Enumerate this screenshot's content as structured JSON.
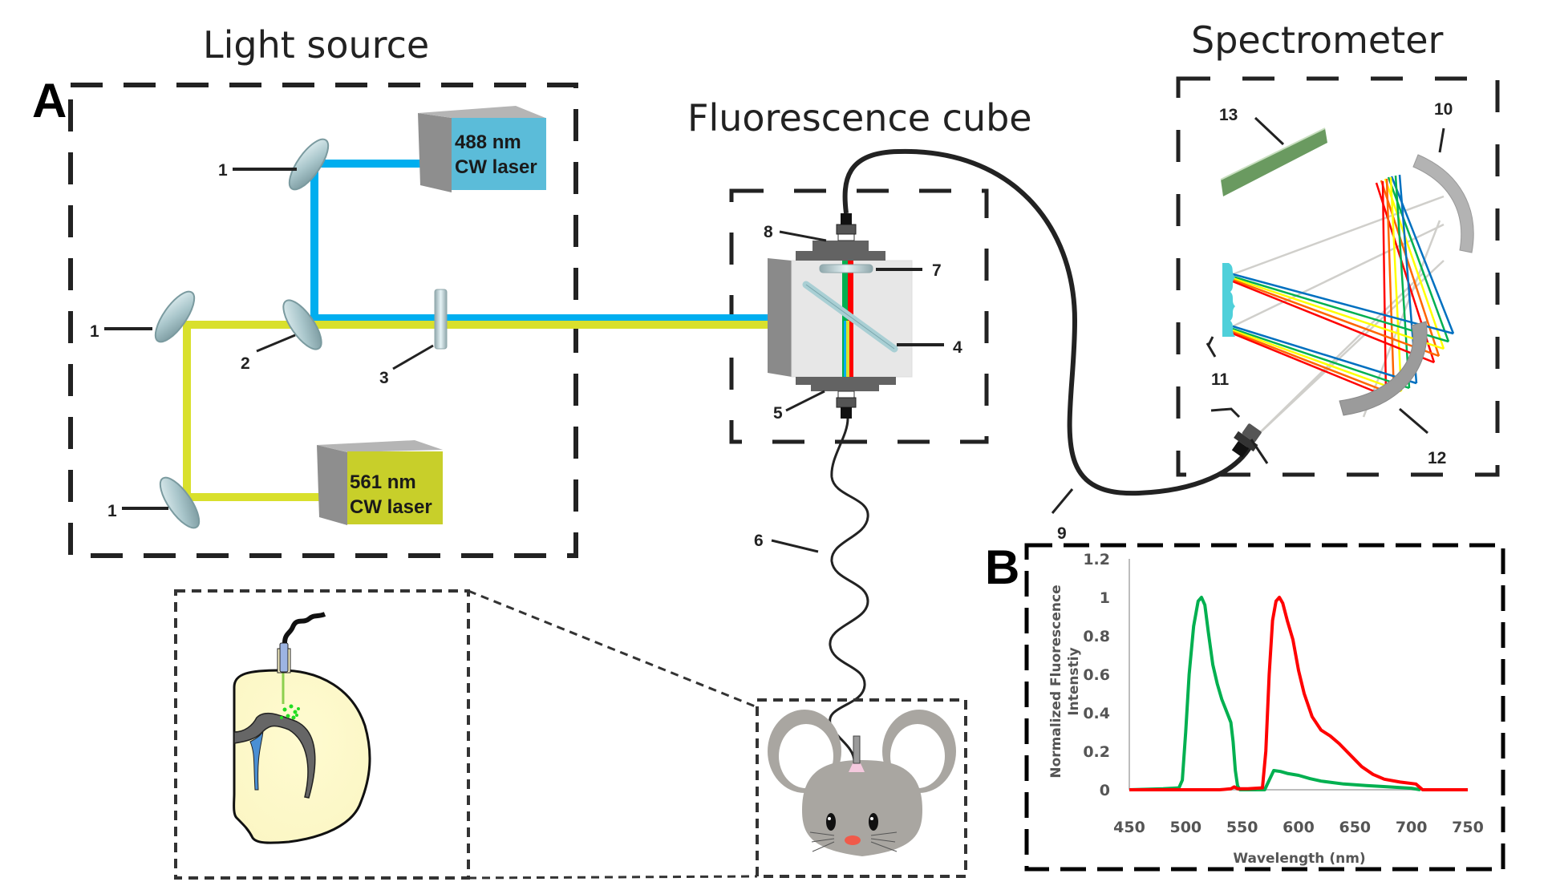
{
  "figure": {
    "panel_a_label": "A",
    "panel_b_label": "B",
    "sections": {
      "light_source": "Light source",
      "fluorescence_cube": "Fluorescence cube",
      "spectrometer": "Spectrometer"
    },
    "lasers": [
      {
        "line1": "488 nm",
        "line2": "CW laser",
        "color": "#5bbcd9"
      },
      {
        "line1": "561 nm",
        "line2": "CW laser",
        "color": "#c8cf2a"
      }
    ],
    "beam_colors": {
      "blue": "#00aeef",
      "yellow": "#d9e02c",
      "green": "#00b050",
      "red": "#ff0000"
    },
    "callouts": {
      "mirror_top": "1",
      "mirror_mid": "1",
      "mirror_bottom": "1",
      "dichroic_source": "2",
      "filter_source": "3",
      "dichroic_cube": "4",
      "port_bottom": "5",
      "patch_fiber": "6",
      "emission_filter": "7",
      "port_top": "8",
      "fiber_to_spectrometer": "9",
      "mirror_collimating": "10",
      "grating": "11",
      "mirror_focusing": "12",
      "detector": "13"
    }
  },
  "chart_data": {
    "type": "line",
    "title": "",
    "xlabel": "Wavelength (nm)",
    "ylabel_line1": "Normalized Fluorescence",
    "ylabel_line2": "Intenstiy",
    "xlim": [
      450,
      750
    ],
    "ylim": [
      0,
      1.2
    ],
    "x_ticks": [
      "450",
      "500",
      "550",
      "600",
      "650",
      "700",
      "750"
    ],
    "y_ticks": [
      "0",
      "0.2",
      "0.4",
      "0.6",
      "0.8",
      "1",
      "1.2"
    ],
    "grid": false,
    "legend": "none",
    "series": [
      {
        "name": "green",
        "color": "#00b050",
        "x": [
          450,
          480,
          494,
          497,
          500,
          503,
          507,
          511,
          514,
          517,
          520,
          524,
          528,
          532,
          536,
          540,
          542,
          544,
          546,
          548,
          560,
          570,
          574,
          578,
          584,
          590,
          600,
          610,
          620,
          640,
          660,
          680,
          700,
          708
        ],
        "y": [
          0,
          0.005,
          0.01,
          0.05,
          0.3,
          0.6,
          0.85,
          0.98,
          1.0,
          0.96,
          0.82,
          0.65,
          0.55,
          0.47,
          0.41,
          0.35,
          0.25,
          0.1,
          0.02,
          0,
          0,
          0,
          0.05,
          0.1,
          0.095,
          0.085,
          0.075,
          0.058,
          0.045,
          0.03,
          0.022,
          0.015,
          0.008,
          0
        ]
      },
      {
        "name": "red",
        "color": "#ff0000",
        "x": [
          450,
          530,
          540,
          543,
          546,
          555,
          568,
          571,
          574,
          577,
          580,
          583,
          586,
          590,
          595,
          600,
          605,
          612,
          620,
          628,
          636,
          646,
          656,
          666,
          676,
          690,
          704,
          710,
          750
        ],
        "y": [
          0,
          0,
          0.005,
          0.015,
          0.005,
          0.005,
          0.01,
          0.2,
          0.6,
          0.88,
          0.98,
          1.0,
          0.97,
          0.88,
          0.78,
          0.62,
          0.5,
          0.38,
          0.31,
          0.28,
          0.24,
          0.18,
          0.12,
          0.08,
          0.055,
          0.04,
          0.03,
          0,
          0
        ]
      }
    ]
  }
}
